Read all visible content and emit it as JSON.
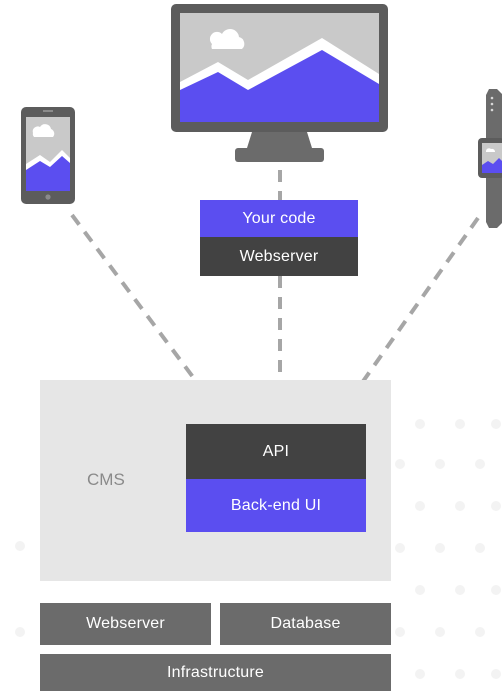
{
  "colors": {
    "accent": "#5b4ef0",
    "dark_block": "#424242",
    "mid_block": "#6b6b6b",
    "panel": "#e6e6e6",
    "device_frame": "#5c5c5c",
    "screen_sky": "#c9c9c9",
    "dashed_line": "#a6a6a6"
  },
  "icons": [
    "monitor-icon",
    "smartphone-icon",
    "smartwatch-icon"
  ],
  "client_stack": {
    "your_code": "Your code",
    "webserver": "Webserver"
  },
  "cms": {
    "label": "CMS",
    "api": "API",
    "backend_ui": "Back-end UI"
  },
  "infra": {
    "webserver": "Webserver",
    "database": "Database",
    "infrastructure": "Infrastructure"
  }
}
